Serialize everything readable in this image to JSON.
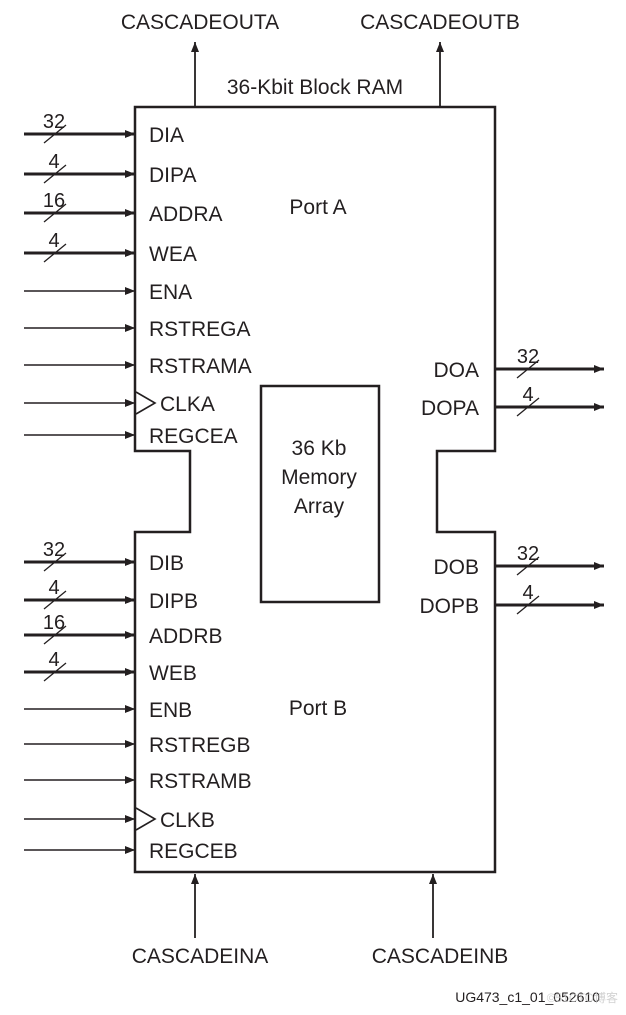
{
  "title": "36-Kbit Block RAM",
  "core": {
    "line1": "36 Kb",
    "line2": "Memory",
    "line3": "Array"
  },
  "ports": {
    "a": "Port A",
    "b": "Port B"
  },
  "cascade": {
    "out_a": "CASCADEOUTA",
    "out_b": "CASCADEOUTB",
    "in_a": "CASCADEINA",
    "in_b": "CASCADEINB"
  },
  "inputs_a": [
    {
      "name": "DIA",
      "width": "32"
    },
    {
      "name": "DIPA",
      "width": "4"
    },
    {
      "name": "ADDRA",
      "width": "16"
    },
    {
      "name": "WEA",
      "width": "4"
    },
    {
      "name": "ENA",
      "width": ""
    },
    {
      "name": "RSTREGA",
      "width": ""
    },
    {
      "name": "RSTRAMA",
      "width": ""
    },
    {
      "name": "CLKA",
      "width": "",
      "clock": true
    },
    {
      "name": "REGCEA",
      "width": ""
    }
  ],
  "inputs_b": [
    {
      "name": "DIB",
      "width": "32"
    },
    {
      "name": "DIPB",
      "width": "4"
    },
    {
      "name": "ADDRB",
      "width": "16"
    },
    {
      "name": "WEB",
      "width": "4"
    },
    {
      "name": "ENB",
      "width": ""
    },
    {
      "name": "RSTREGB",
      "width": ""
    },
    {
      "name": "RSTRAMB",
      "width": ""
    },
    {
      "name": "CLKB",
      "width": "",
      "clock": true
    },
    {
      "name": "REGCEB",
      "width": ""
    }
  ],
  "outputs_a": [
    {
      "name": "DOA",
      "width": "32"
    },
    {
      "name": "DOPA",
      "width": "4"
    }
  ],
  "outputs_b": [
    {
      "name": "DOB",
      "width": "32"
    },
    {
      "name": "DOPB",
      "width": "4"
    }
  ],
  "figure_id": "UG473_c1_01_052610",
  "watermark": "©51CTO博客",
  "colors": {
    "stroke": "#231f20",
    "background": "#ffffff"
  }
}
